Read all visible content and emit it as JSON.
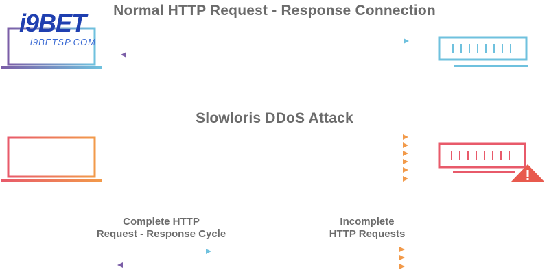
{
  "diagram": {
    "normal_title": "Normal HTTP Request - Response Connection",
    "slowloris_title": "Slowloris DDoS Attack",
    "legend": {
      "complete_line1": "Complete HTTP",
      "complete_line2": "Request - Response Cycle",
      "incomplete_line1": "Incomplete",
      "incomplete_line2": "HTTP Requests"
    }
  },
  "watermark": {
    "logo": "i9BET",
    "domain": "i9BETSP.COM"
  },
  "colors": {
    "normal_gradient_start": "#7b5ea7",
    "normal_gradient_end": "#6fc1de",
    "attack_gradient_start": "#e85a6a",
    "attack_gradient_end": "#f29a4a",
    "warning": "#e85a4e",
    "text": "#6b6b6b"
  },
  "icons": {
    "client": "laptop-icon",
    "server": "server-icon",
    "warning": "warning-icon"
  }
}
